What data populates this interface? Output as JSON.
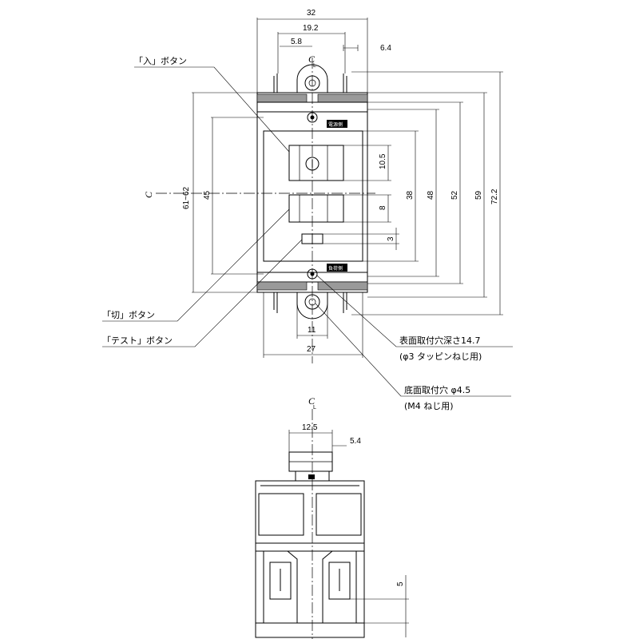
{
  "top_dimensions": {
    "width_total": "32",
    "width_inner": "19.2",
    "offset_left": "5.8",
    "offset_right": "6.4"
  },
  "vertical_dimensions": {
    "mount_left": "61~62",
    "height_45": "45",
    "button_10_5": "10.5",
    "button_8": "8",
    "test_3": "3",
    "height_38": "38",
    "height_48": "48",
    "height_52": "52",
    "height_59": "59",
    "height_72_2": "72.2"
  },
  "bottom_dimensions": {
    "width_11": "11",
    "width_27": "27"
  },
  "side_view": {
    "width_12_5": "12.5",
    "offset_5_4": "5.4",
    "height_5": "5"
  },
  "centerline_symbol": "C",
  "centerline_sub": "L",
  "callouts": {
    "on_button": "「入」ボタン",
    "off_button": "「切」ボタン",
    "test_button": "「テスト」ボタン",
    "surface_hole": "表面取付穴深さ14.7",
    "surface_hole_note": "(φ3 タッピンねじ用)",
    "bottom_hole": "底面取付穴 φ4.5",
    "bottom_hole_note": "(M4 ねじ用)"
  },
  "terminal_labels": {
    "top": "電源側",
    "bottom": "負荷側"
  }
}
